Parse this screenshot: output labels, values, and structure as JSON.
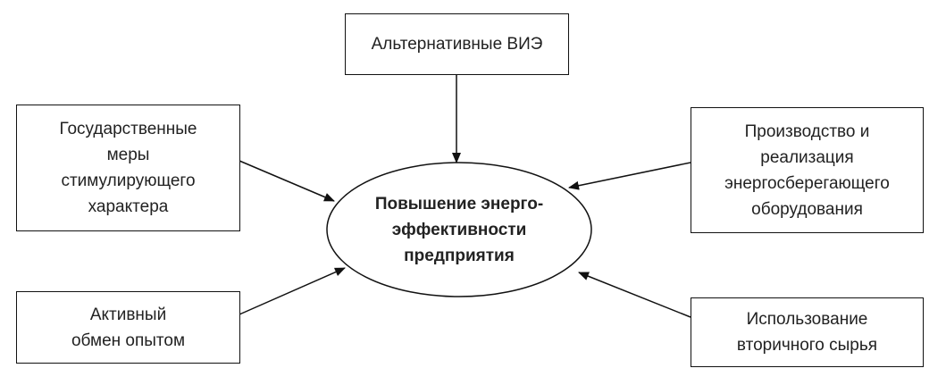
{
  "center": {
    "lines": [
      "Повышение энерго-",
      "эффективности",
      "предприятия"
    ]
  },
  "factors": {
    "top": {
      "lines": [
        "Альтернативные ВИЭ"
      ]
    },
    "left_top": {
      "lines": [
        "Государственные",
        "меры",
        "стимулирующего",
        "характера"
      ]
    },
    "right_top": {
      "lines": [
        "Производство и",
        "реализация",
        "энергосберегающего",
        "оборудования"
      ]
    },
    "left_bottom": {
      "lines": [
        "Активный",
        "обмен опытом"
      ]
    },
    "right_bottom": {
      "lines": [
        "Использование",
        "вторичного сырья"
      ]
    }
  }
}
